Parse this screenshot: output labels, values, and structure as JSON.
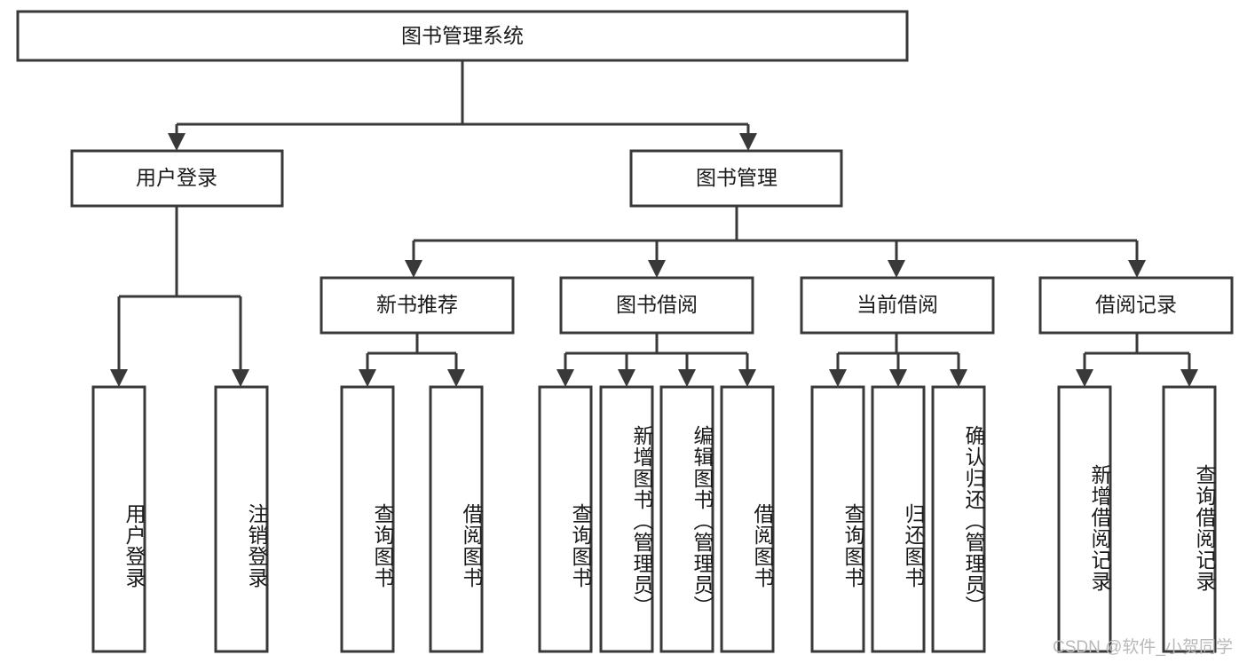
{
  "diagram": {
    "title": "图书管理系统",
    "watermark": "CSDN @软件_小贺同学",
    "colors": {
      "stroke": "#393939",
      "fill": "#ffffff",
      "text": "#1a1a1a",
      "watermark": "#b9b9b9"
    },
    "root": {
      "label": "图书管理系统"
    },
    "level2": [
      {
        "label": "用户登录"
      },
      {
        "label": "图书管理"
      }
    ],
    "level3": [
      {
        "label": "新书推荐"
      },
      {
        "label": "图书借阅"
      },
      {
        "label": "当前借阅"
      },
      {
        "label": "借阅记录"
      }
    ],
    "leaves": {
      "user_login": [
        {
          "label": "用户登录"
        },
        {
          "label": "注销登录"
        }
      ],
      "new_book": [
        {
          "label": "查询图书"
        },
        {
          "label": "借阅图书"
        }
      ],
      "book_borrow": [
        {
          "label": "查询图书"
        },
        {
          "label": "新增图书（管理员）"
        },
        {
          "label": "编辑图书（管理员）"
        },
        {
          "label": "借阅图书"
        }
      ],
      "current_borrow": [
        {
          "label": "查询图书"
        },
        {
          "label": "归还图书"
        },
        {
          "label": "确认归还（管理员）"
        }
      ],
      "borrow_record": [
        {
          "label": "新增借阅记录"
        },
        {
          "label": "查询借阅记录"
        }
      ]
    }
  }
}
